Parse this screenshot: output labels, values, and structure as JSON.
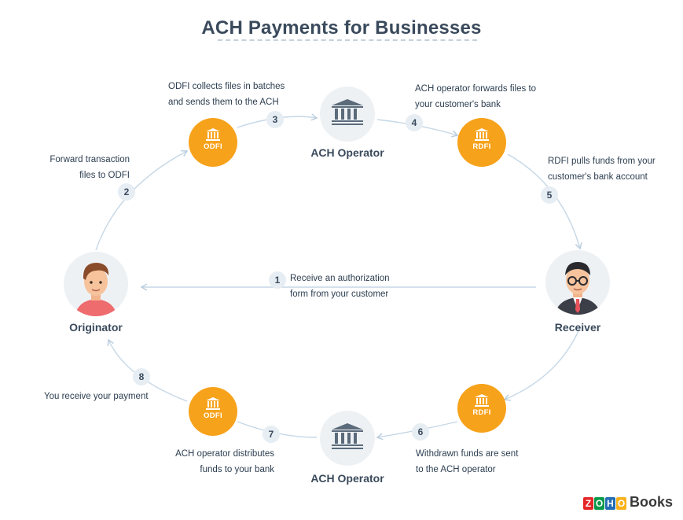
{
  "title": "ACH Payments for Businesses",
  "nodes": {
    "originator": "Originator",
    "receiver": "Receiver",
    "ach_operator_top": "ACH Operator",
    "ach_operator_bottom": "ACH Operator",
    "odfi_top": "ODFI",
    "rdfi_top": "RDFI",
    "rdfi_bottom": "RDFI",
    "odfi_bottom": "ODFI"
  },
  "steps": [
    {
      "number": "1",
      "lines": [
        "Receive an authorization",
        "form from your customer"
      ]
    },
    {
      "number": "2",
      "lines": [
        "Forward transaction",
        "files to ODFI"
      ]
    },
    {
      "number": "3",
      "lines": [
        "ODFI collects files in batches",
        "and sends them to the ACH"
      ]
    },
    {
      "number": "4",
      "lines": [
        "ACH operator forwards files to",
        "your customer's bank"
      ]
    },
    {
      "number": "5",
      "lines": [
        "RDFI pulls funds from your",
        "customer's bank account"
      ]
    },
    {
      "number": "6",
      "lines": [
        "Withdrawn funds are sent",
        "to the ACH operator"
      ]
    },
    {
      "number": "7",
      "lines": [
        "ACH operator distributes",
        "funds to your bank"
      ]
    },
    {
      "number": "8",
      "lines": [
        "You receive your payment"
      ]
    }
  ],
  "brand": {
    "letters": [
      "Z",
      "O",
      "H",
      "O"
    ],
    "word": "Books",
    "colors": [
      "#e42527",
      "#089949",
      "#226db4",
      "#f9b21d"
    ]
  },
  "colors": {
    "bank": "#f7a21b",
    "operator_bg": "#eef1f4",
    "connector": "#c5d7e6",
    "badge": "#e6edf3"
  }
}
